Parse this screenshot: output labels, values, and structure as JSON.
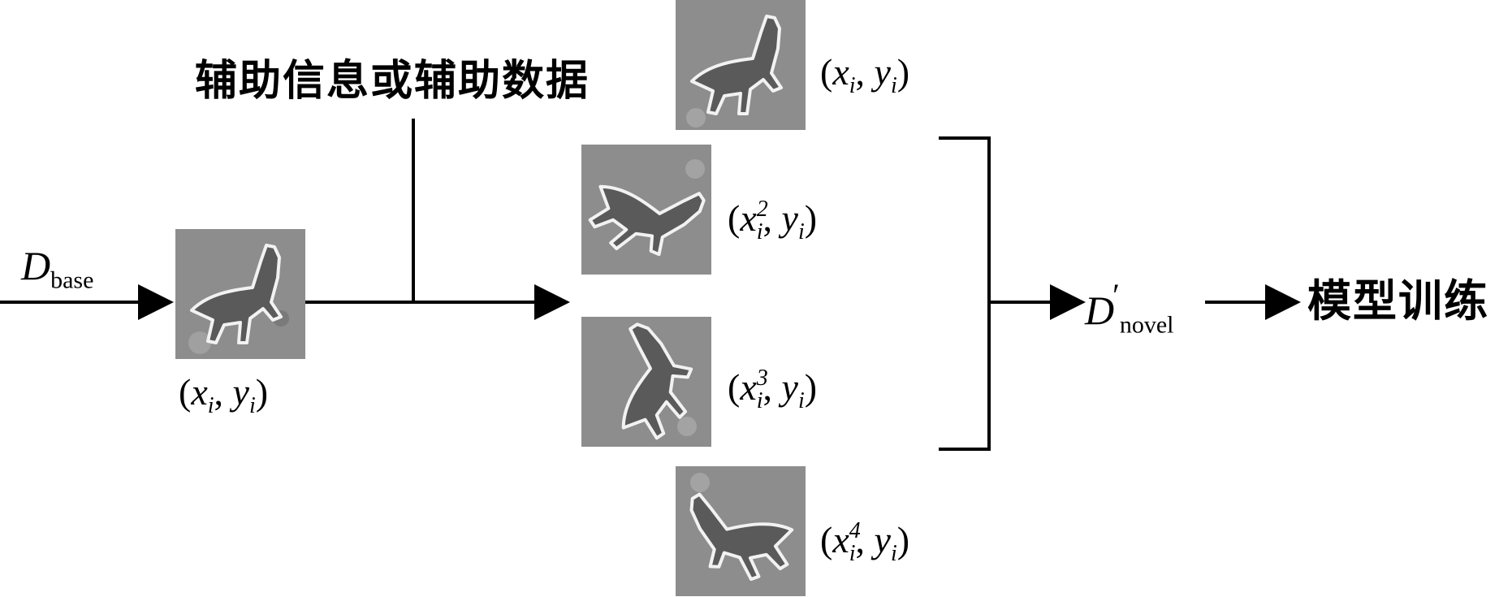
{
  "aux_label": "辅助信息或辅助数据",
  "training_label": "模型训练",
  "d_base": {
    "symbol": "D",
    "subscript": "base"
  },
  "d_novel": {
    "symbol": "D",
    "prime": "′",
    "subscript": "novel"
  },
  "source_pair": {
    "x": "x",
    "x_sub": "i",
    "y": "y",
    "y_sub": "i"
  },
  "augmented": [
    {
      "x": "x",
      "x_sub": "i",
      "x_sup": "",
      "y": "y",
      "y_sub": "i"
    },
    {
      "x": "x",
      "x_sub": "i",
      "x_sup": "2",
      "y": "y",
      "y_sub": "i"
    },
    {
      "x": "x",
      "x_sub": "i",
      "x_sup": "3",
      "y": "y",
      "y_sub": "i"
    },
    {
      "x": "x",
      "x_sub": "i",
      "x_sup": "4",
      "y": "y",
      "y_sub": "i"
    }
  ],
  "colors": {
    "line": "#000000",
    "image_bg": "#8d8d8d",
    "animal_outline": "#f2f2f2",
    "animal_body": "#5a5a5a"
  }
}
